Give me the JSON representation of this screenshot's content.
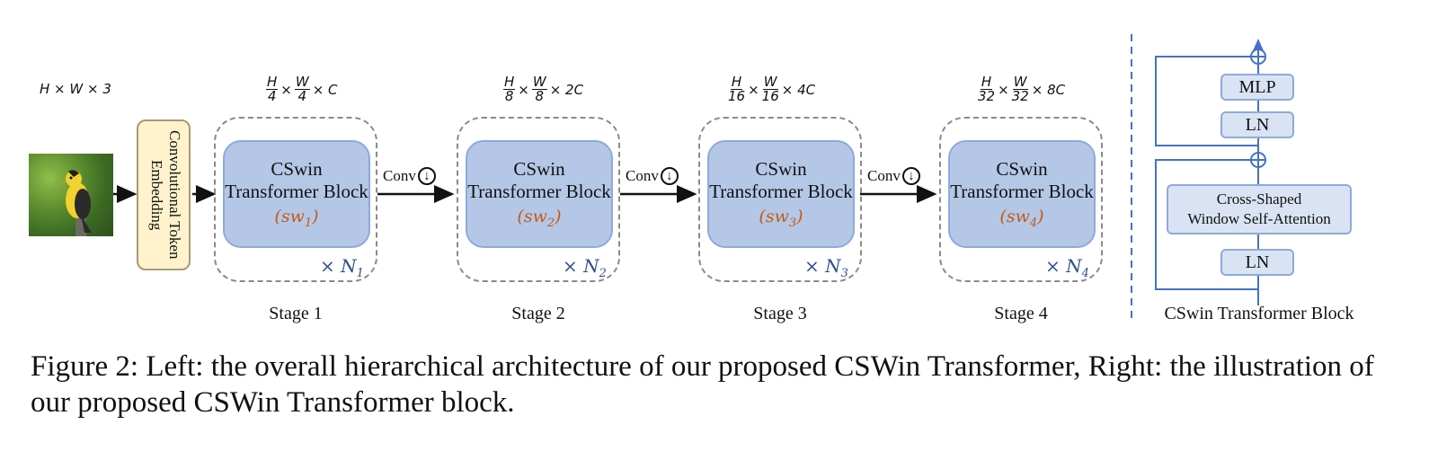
{
  "input": {
    "dims": "H × W × 3",
    "image_desc": "bird-photo"
  },
  "embedding": {
    "label": "Convolutional Token Embedding"
  },
  "conv_label": "Conv",
  "stages": [
    {
      "dim_num_h": "H",
      "dim_den_h": "4",
      "dim_num_w": "W",
      "dim_den_w": "4",
      "dim_c": "× C",
      "block_line1": "CSwin",
      "block_line2": "Transformer Block",
      "sw_base": "sw",
      "sw_sub": "1",
      "repeat": "× N",
      "repeat_sub": "1",
      "label": "Stage 1"
    },
    {
      "dim_num_h": "H",
      "dim_den_h": "8",
      "dim_num_w": "W",
      "dim_den_w": "8",
      "dim_c": "× 2C",
      "block_line1": "CSwin",
      "block_line2": "Transformer Block",
      "sw_base": "sw",
      "sw_sub": "2",
      "repeat": "× N",
      "repeat_sub": "2",
      "label": "Stage 2"
    },
    {
      "dim_num_h": "H",
      "dim_den_h": "16",
      "dim_num_w": "W",
      "dim_den_w": "16",
      "dim_c": "× 4C",
      "block_line1": "CSwin",
      "block_line2": "Transformer Block",
      "sw_base": "sw",
      "sw_sub": "3",
      "repeat": "× N",
      "repeat_sub": "3",
      "label": "Stage 3"
    },
    {
      "dim_num_h": "H",
      "dim_den_h": "32",
      "dim_num_w": "W",
      "dim_den_w": "32",
      "dim_c": "× 8C",
      "block_line1": "CSwin",
      "block_line2": "Transformer Block",
      "sw_base": "sw",
      "sw_sub": "4",
      "repeat": "× N",
      "repeat_sub": "4",
      "label": "Stage 4"
    }
  ],
  "right_block": {
    "mlp": "MLP",
    "ln_top": "LN",
    "attention_line1": "Cross-Shaped",
    "attention_line2": "Window Self-Attention",
    "ln_bottom": "LN",
    "title": "CSwin Transformer Block"
  },
  "caption": "Figure 2: Left: the overall hierarchical architecture of our proposed CSWin Transformer, Right: the illustration of our proposed CSWin Transformer block.",
  "colors": {
    "block_fill": "#b4c7e7",
    "block_border": "#8eaadb",
    "embed_fill": "#fff2cc",
    "sw_text": "#c55a11",
    "accent_line": "#4472c4"
  }
}
